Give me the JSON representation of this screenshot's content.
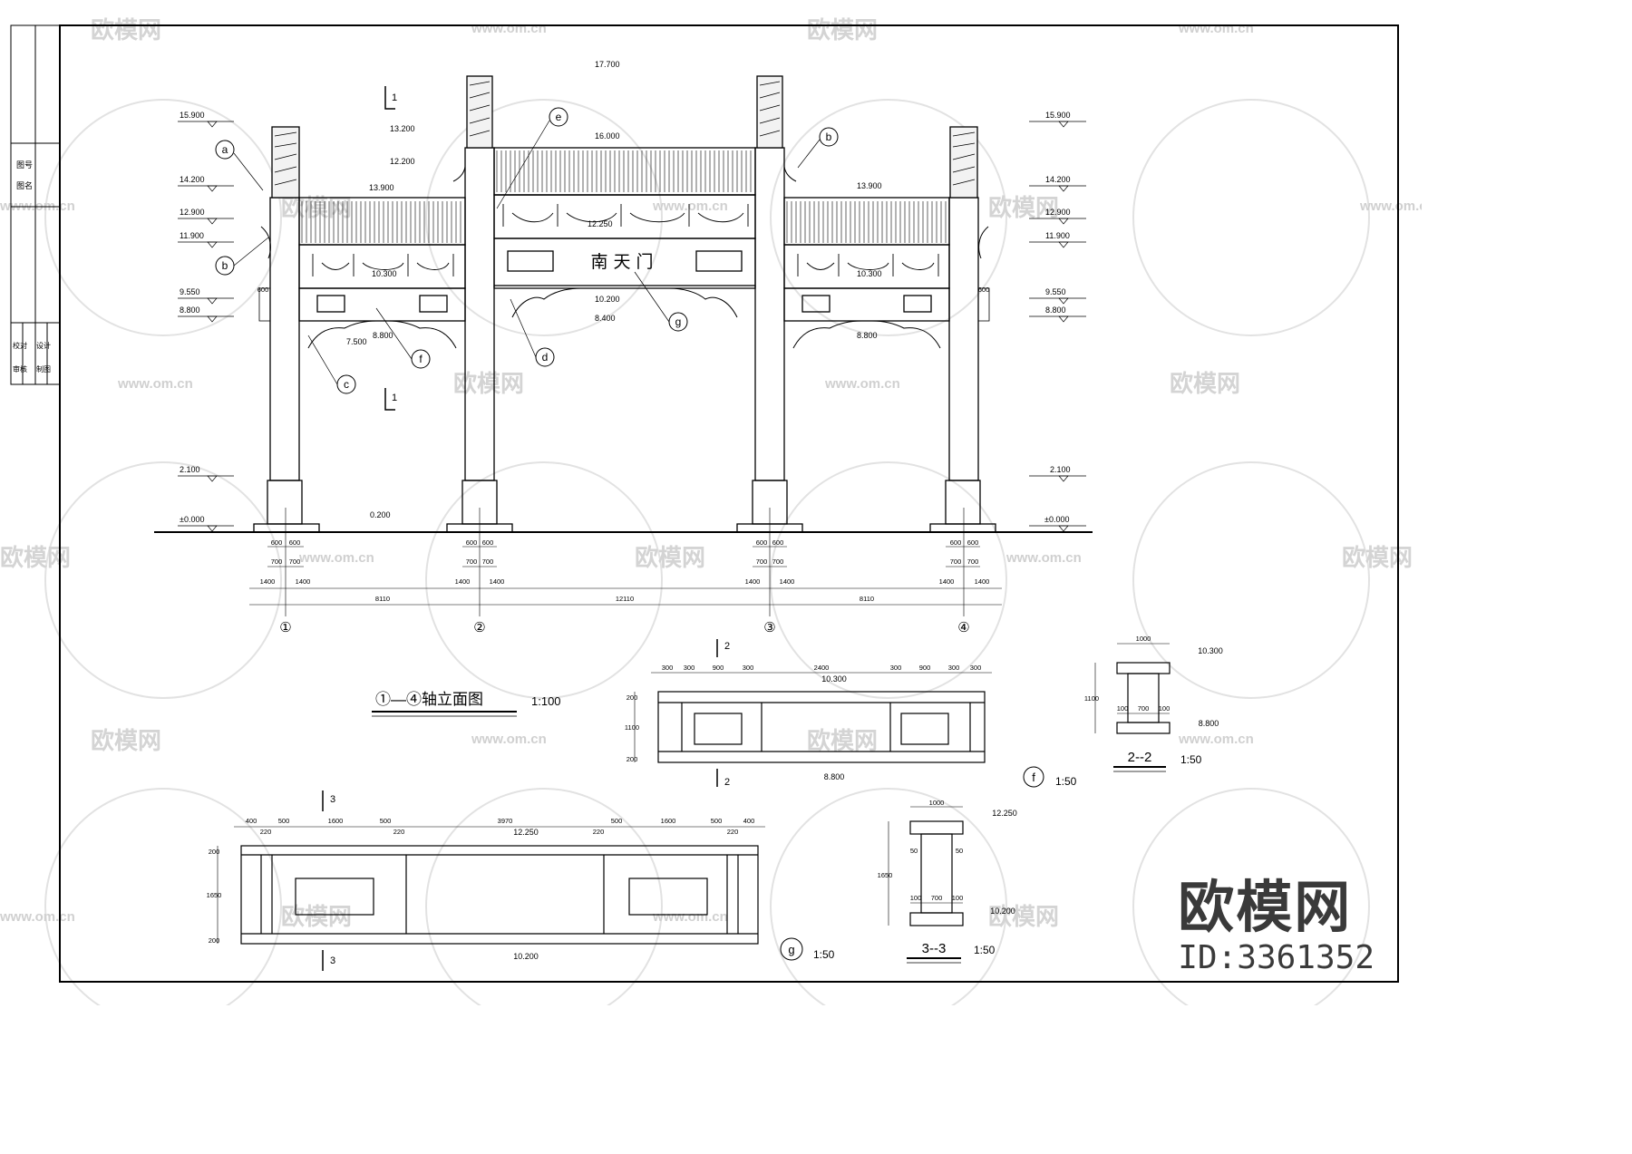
{
  "drawing": {
    "gate_name": "南天门",
    "main_title": "①—④轴立面图",
    "main_scale": "1:100",
    "detail_f_scale": "1:50",
    "detail_g_scale": "1:50",
    "section_22_title": "2--2",
    "section_22_scale": "1:50",
    "section_33_title": "3--3",
    "section_33_scale": "1:50"
  },
  "elevations": {
    "left": [
      "15.900",
      "14.200",
      "12.900",
      "11.900",
      "9.550",
      "8.800",
      "2.100",
      "±0.000"
    ],
    "right": [
      "15.900",
      "14.200",
      "12.900",
      "11.900",
      "9.550",
      "8.800",
      "2.100",
      "±0.000"
    ],
    "top": "17.700",
    "e13200": "13.200",
    "e12200": "12.200",
    "e16000": "16.000",
    "e13900_left": "13.900",
    "e13900_right": "13.900",
    "e12250": "12.250",
    "e10300_left": "10.300",
    "e10300_right": "10.300",
    "e10200": "10.200",
    "e8400": "8.400",
    "e8800_left": "8.800",
    "e8800_right": "8.800",
    "e7500": "7.500",
    "e0200": "0.200"
  },
  "callouts": [
    "a",
    "b",
    "e",
    "b",
    "c",
    "f",
    "d",
    "g"
  ],
  "axes": [
    "①",
    "②",
    "③",
    "④"
  ],
  "dims": {
    "spans": [
      "8110",
      "12110",
      "8110"
    ],
    "base_outer": [
      "1400",
      "1400"
    ],
    "base_mid": [
      "700",
      "700"
    ],
    "base_top": [
      "600",
      "600"
    ],
    "small_600": "600",
    "f_top": [
      "300",
      "300",
      "900",
      "300",
      "2400",
      "300",
      "900",
      "300",
      "300"
    ],
    "f_left": [
      "200",
      "1100",
      "200"
    ],
    "g_top": [
      "400",
      "220",
      "500",
      "1600",
      "500",
      "220",
      "3970",
      "220",
      "500",
      "1600",
      "500",
      "220",
      "400"
    ],
    "g_left": [
      "200",
      "1650",
      "200"
    ],
    "s22_width": "1000",
    "s22_height": "1100",
    "s22_inner": [
      "100",
      "700",
      "100"
    ],
    "s33_width": "1000",
    "s33_height": "1650",
    "s33_inner": [
      "100",
      "700",
      "100"
    ],
    "s33_side": [
      "50",
      "50"
    ]
  },
  "detail_f_levels": {
    "top": "10.300",
    "bottom": "8.800"
  },
  "detail_g_levels": {
    "top": "12.250",
    "bottom": "10.200"
  },
  "s22_levels": {
    "top": "10.300",
    "bottom": "8.800"
  },
  "s33_levels": {
    "top": "12.250",
    "bottom": "10.200"
  },
  "section_marks": {
    "s1": "1",
    "s2": "2",
    "s3": "3"
  },
  "title_block": {
    "rows_top": [
      "图号",
      "图名"
    ],
    "rows_bottom": [
      "校对",
      "审核",
      "设计",
      "制图"
    ]
  },
  "watermark": {
    "brand": "欧模网",
    "id": "ID:3361352",
    "site": "www.om.cn"
  },
  "colors": {
    "line": "#000000",
    "paper": "#ffffff",
    "watermark": "#c8c8c8"
  }
}
